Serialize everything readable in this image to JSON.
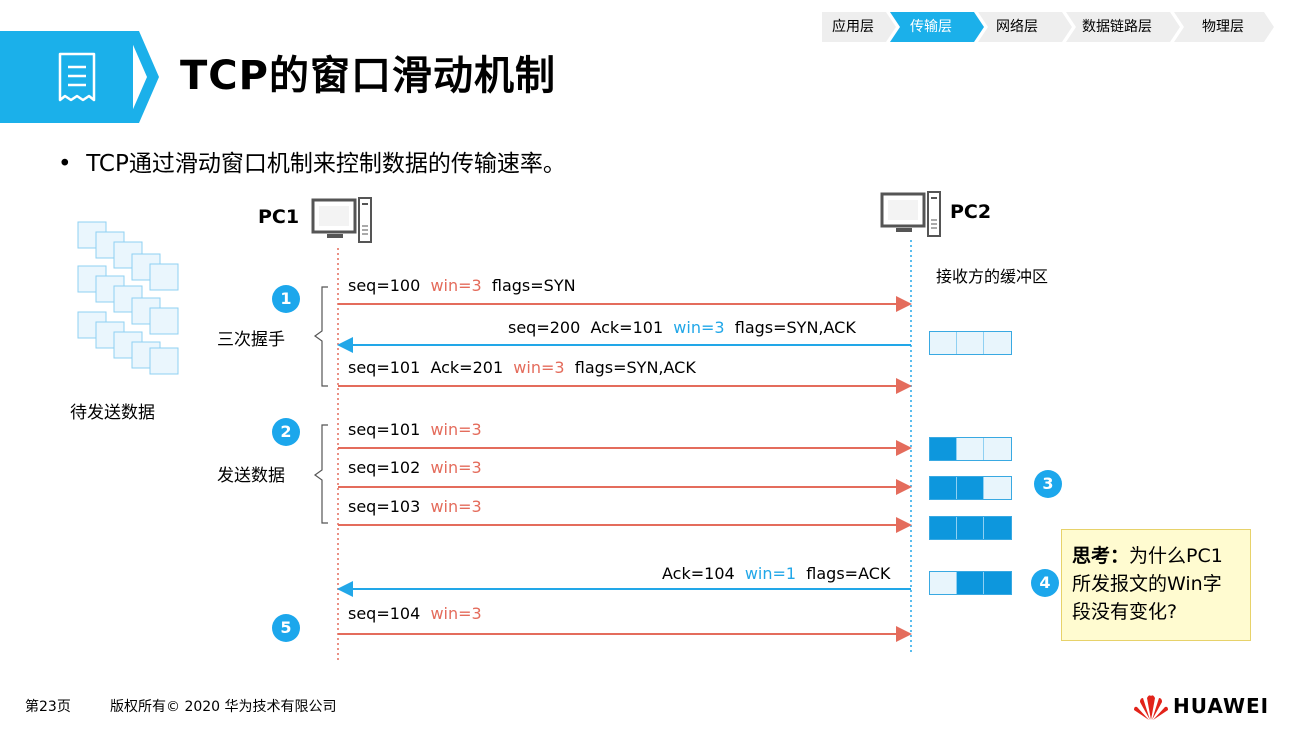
{
  "header": {
    "title": "TCP的窗口滑动机制",
    "layers": [
      {
        "label": "应用层",
        "active": false
      },
      {
        "label": "传输层",
        "active": true
      },
      {
        "label": "网络层",
        "active": false
      },
      {
        "label": "数据链路层",
        "active": false
      },
      {
        "label": "物理层",
        "active": false
      }
    ]
  },
  "bullet": "TCP通过滑动窗口机制来控制数据的传输速率。",
  "diagram": {
    "pc1": "PC1",
    "pc2": "PC2",
    "pending_data": "待发送数据",
    "receiver_buffer": "接收方的缓冲区",
    "phase_handshake": "三次握手",
    "phase_send": "发送数据",
    "steps": [
      "1",
      "2",
      "3",
      "4",
      "5"
    ],
    "messages": [
      {
        "seq": "seq=100",
        "ack": "",
        "win": "win=3",
        "flags": "flags=SYN",
        "dir": "right"
      },
      {
        "seq": "seq=200",
        "ack": "Ack=101",
        "win": "win=3",
        "flags": "flags=SYN,ACK",
        "dir": "left"
      },
      {
        "seq": "seq=101",
        "ack": "Ack=201",
        "win": "win=3",
        "flags": "flags=SYN,ACK",
        "dir": "right"
      },
      {
        "seq": "seq=101",
        "ack": "",
        "win": "win=3",
        "flags": "",
        "dir": "right"
      },
      {
        "seq": "seq=102",
        "ack": "",
        "win": "win=3",
        "flags": "",
        "dir": "right"
      },
      {
        "seq": "seq=103",
        "ack": "",
        "win": "win=3",
        "flags": "",
        "dir": "right"
      },
      {
        "seq": "",
        "ack": "Ack=104",
        "win": "win=1",
        "flags": "flags=ACK",
        "dir": "left"
      },
      {
        "seq": "seq=104",
        "ack": "",
        "win": "win=3",
        "flags": "",
        "dir": "right"
      }
    ],
    "buffers": [
      [
        0,
        0,
        0
      ],
      [
        1,
        0,
        0
      ],
      [
        1,
        1,
        0
      ],
      [
        1,
        1,
        1
      ],
      [
        0,
        1,
        1
      ]
    ]
  },
  "think": {
    "label": "思考：",
    "text": "为什么PC1所发报文的Win字段没有变化?"
  },
  "footer": {
    "page": "第23页",
    "copyright": "版权所有© 2020 华为技术有限公司",
    "brand": "HUAWEI"
  },
  "colors": {
    "accent": "#1bb0ea",
    "arrow_right": "#e46c5c",
    "arrow_left": "#22a7e8",
    "brand_red": "#e2231a"
  }
}
